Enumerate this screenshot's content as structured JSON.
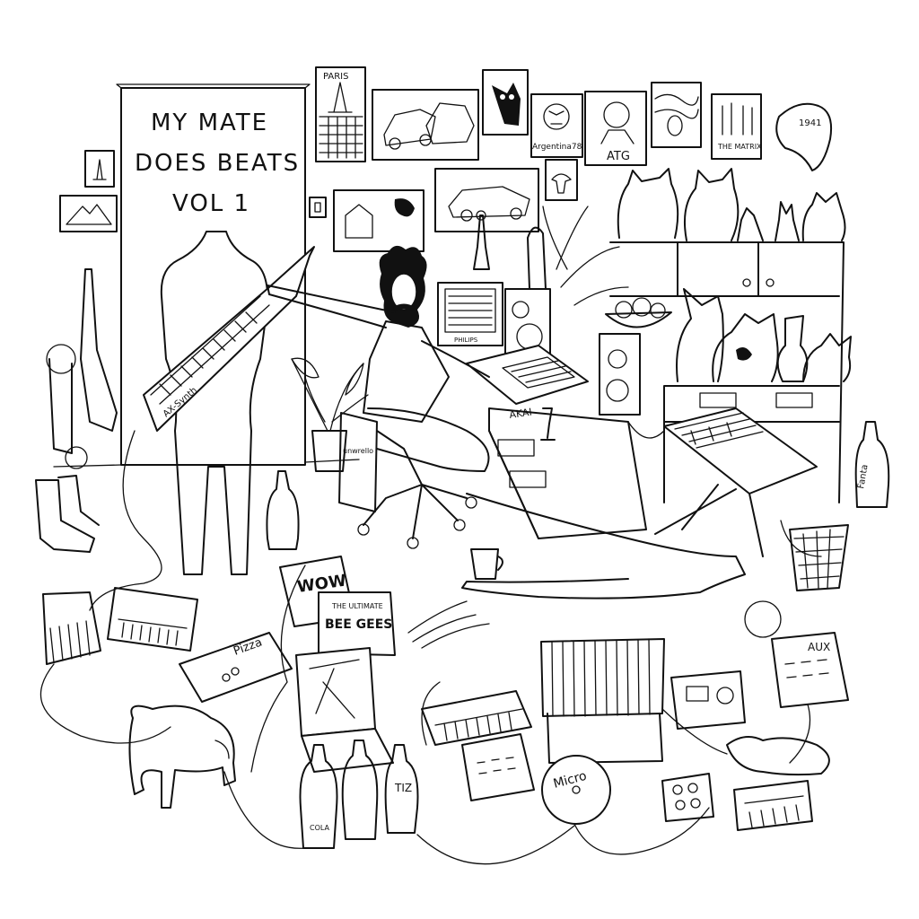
{
  "cover": {
    "title_line1": "MY MATE",
    "title_line2": "DOES BEATS",
    "title_line3": "VOL 1"
  },
  "wall_art": {
    "paris_poster": "PARIS",
    "argentina_poster": "Argentina78",
    "footballer_poster": "ATG",
    "matrix_poster": "THE MATRIX",
    "clock_label": "1941"
  },
  "instruments": {
    "keytar_label": "AX-Synth",
    "sampler_brand": "AKAI",
    "monitor_brand": "PHILIPS"
  },
  "floor_items": {
    "pizza_box": "Pizza",
    "record_sleeve_1": "WOW",
    "record_sleeve_2_line1": "THE ULTIMATE",
    "record_sleeve_2_line2": "BEE GEES",
    "bottle_1": "COLA",
    "bottle_2": "TIZ",
    "bottle_3": "Fanta",
    "vinyl_record": "Micro",
    "radio_label": "AUX",
    "bag_label": "unwrello"
  },
  "colors": {
    "ink": "#111111",
    "paper": "#ffffff"
  }
}
